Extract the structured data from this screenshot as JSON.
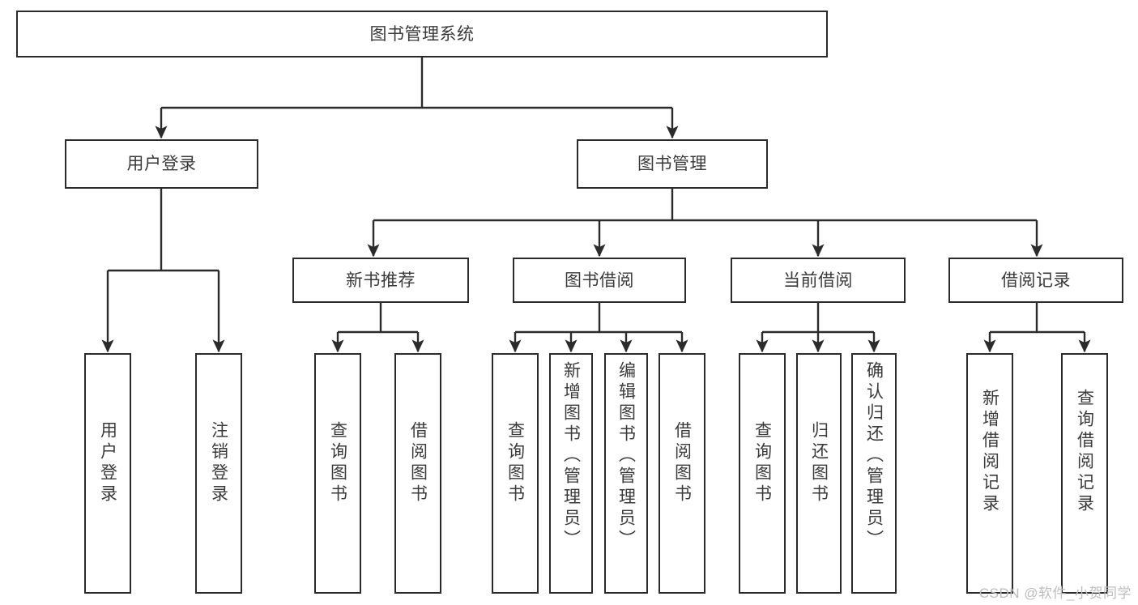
{
  "diagram": {
    "type": "tree-hierarchy-chart",
    "title": "图书管理系统",
    "root": {
      "id": "root",
      "label": "图书管理系统",
      "orientation": "horizontal"
    },
    "level2": [
      {
        "id": "user-login",
        "label": "用户登录",
        "orientation": "horizontal"
      },
      {
        "id": "book-manage",
        "label": "图书管理",
        "orientation": "horizontal"
      }
    ],
    "level3": [
      {
        "id": "new-book-recommend",
        "label": "新书推荐",
        "orientation": "horizontal",
        "parent": "book-manage"
      },
      {
        "id": "book-borrow",
        "label": "图书借阅",
        "orientation": "horizontal",
        "parent": "book-manage"
      },
      {
        "id": "current-borrow",
        "label": "当前借阅",
        "orientation": "horizontal",
        "parent": "book-manage"
      },
      {
        "id": "borrow-record",
        "label": "借阅记录",
        "orientation": "horizontal",
        "parent": "book-manage"
      }
    ],
    "leaves": [
      {
        "id": "leaf-user-login",
        "label": "用户登录",
        "orientation": "vertical",
        "parent": "user-login"
      },
      {
        "id": "leaf-user-logout",
        "label": "注销登录",
        "orientation": "vertical",
        "parent": "user-login"
      },
      {
        "id": "leaf-query-book-1",
        "label": "查询图书",
        "orientation": "vertical",
        "parent": "new-book-recommend"
      },
      {
        "id": "leaf-borrow-book-1",
        "label": "借阅图书",
        "orientation": "vertical",
        "parent": "new-book-recommend"
      },
      {
        "id": "leaf-query-book-2",
        "label": "查询图书",
        "orientation": "vertical",
        "parent": "book-borrow"
      },
      {
        "id": "leaf-add-book",
        "label": "新增图书（管理员）",
        "orientation": "vertical",
        "parent": "book-borrow"
      },
      {
        "id": "leaf-edit-book",
        "label": "编辑图书（管理员）",
        "orientation": "vertical",
        "parent": "book-borrow"
      },
      {
        "id": "leaf-borrow-book-2",
        "label": "借阅图书",
        "orientation": "vertical",
        "parent": "book-borrow"
      },
      {
        "id": "leaf-query-book-3",
        "label": "查询图书",
        "orientation": "vertical",
        "parent": "current-borrow"
      },
      {
        "id": "leaf-return-book",
        "label": "归还图书",
        "orientation": "vertical",
        "parent": "current-borrow"
      },
      {
        "id": "leaf-confirm-return",
        "label": "确认归还（管理员）",
        "orientation": "vertical",
        "parent": "current-borrow"
      },
      {
        "id": "leaf-add-record",
        "label": "新增借阅记录",
        "orientation": "vertical",
        "parent": "borrow-record"
      },
      {
        "id": "leaf-query-record",
        "label": "查询借阅记录",
        "orientation": "vertical",
        "parent": "borrow-record"
      }
    ]
  },
  "watermark": {
    "text": "CSDN @软件_小贺同学"
  },
  "colors": {
    "stroke": "#2b2b2b",
    "text": "#3a3a3a",
    "background": "#ffffff",
    "watermark": "#bdbdbd"
  }
}
